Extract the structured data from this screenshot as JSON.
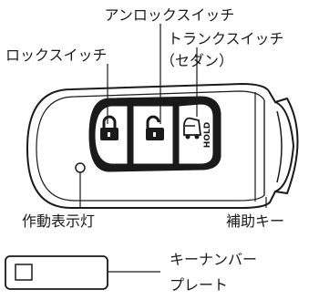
{
  "labels": {
    "unlock_switch": "アンロックスイッチ",
    "lock_switch": "ロックスイッチ",
    "trunk_switch_line1": "トランクスイッチ",
    "trunk_switch_line2": "（セダン）",
    "indicator_light": "作動表示灯",
    "auxiliary_key": "補助キー",
    "key_number_plate_line1": "キーナンバー",
    "key_number_plate_line2": "プレート",
    "hold": "HOLD"
  },
  "icons": {
    "lock_button": "padlock-closed-icon",
    "unlock_button": "padlock-open-icon",
    "trunk_button": "car-trunk-icon"
  },
  "colors": {
    "line": "#1a1a1a",
    "key_fill": "#ffffff",
    "panel_fill": "#1a1a1a",
    "background": "#ffffff"
  }
}
